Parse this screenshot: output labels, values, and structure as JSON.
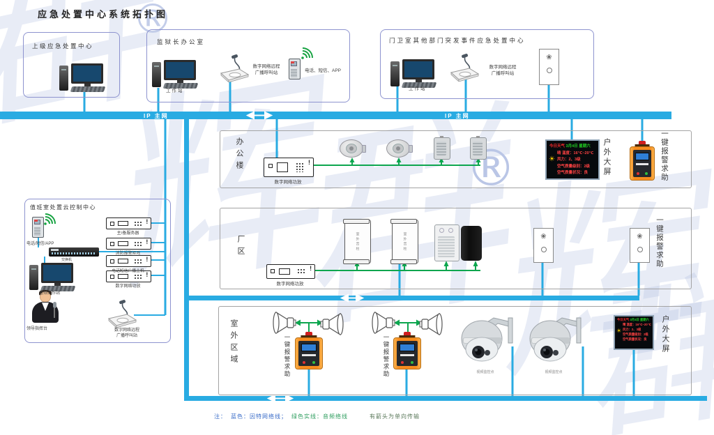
{
  "title": "应急处置中心系统拓扑图",
  "registered": "®",
  "watermark": {
    "char1": "群",
    "char2": "辉"
  },
  "network": {
    "ip_label": "IP 主网"
  },
  "top_boxes": {
    "superior": {
      "title": "上级应急处置中心"
    },
    "warden": {
      "title": "监狱长办公室",
      "workstation": "工作站",
      "call_station": "数字网络远程\n广播呼叫站",
      "phone": "电话、短信、APP"
    },
    "gate": {
      "title": "门卫室其他部门突发事件应急处置中心",
      "workstation": "工作站",
      "call_station": "数字网络远程\n广播呼叫站"
    }
  },
  "control_center": {
    "title": "值班室处置云控制中心",
    "phone": "电话/短信/APP",
    "switch": "交换机",
    "devices": [
      "主/备服务器",
      "消防报警矩阵",
      "电话短信广播主机",
      "数字网络功放"
    ],
    "audio_workstation": "音频工作站",
    "commander": "领导指挥台",
    "call_station": "数字网络远程\n广播呼叫站"
  },
  "sections": {
    "office": {
      "name": "办公楼",
      "amp": "数字网络功放",
      "screen": "户外大屏",
      "alarm": "一键报警求助"
    },
    "factory": {
      "name": "厂区",
      "amp": "数字网络功放",
      "column_speaker": "室外音柱",
      "alarm": "一键报警求助"
    },
    "outdoor": {
      "name": "室外区域",
      "alarm1": "一键报警求助",
      "alarm2": "一键报警求助",
      "camera1": "视频监控点",
      "camera2": "视频监控点",
      "screen": "户外大屏"
    }
  },
  "led": {
    "title_red": "今日天气",
    "title_green": "3月4日 星期六",
    "sun": "☀",
    "rows": [
      "晴 温度：16℃~20℃",
      "风力：2、3级",
      "空气质量级别：2级",
      "空气质量状况：良"
    ]
  },
  "legend": {
    "note": "注：",
    "blue": "蓝色：因特网络线；",
    "green": "绿色实线：音频络线",
    "arrow": "有箭头为单向传输"
  },
  "panel_icon": "❀",
  "colors": {
    "network_blue": "#29abe2",
    "audio_green": "#0ca64e"
  }
}
